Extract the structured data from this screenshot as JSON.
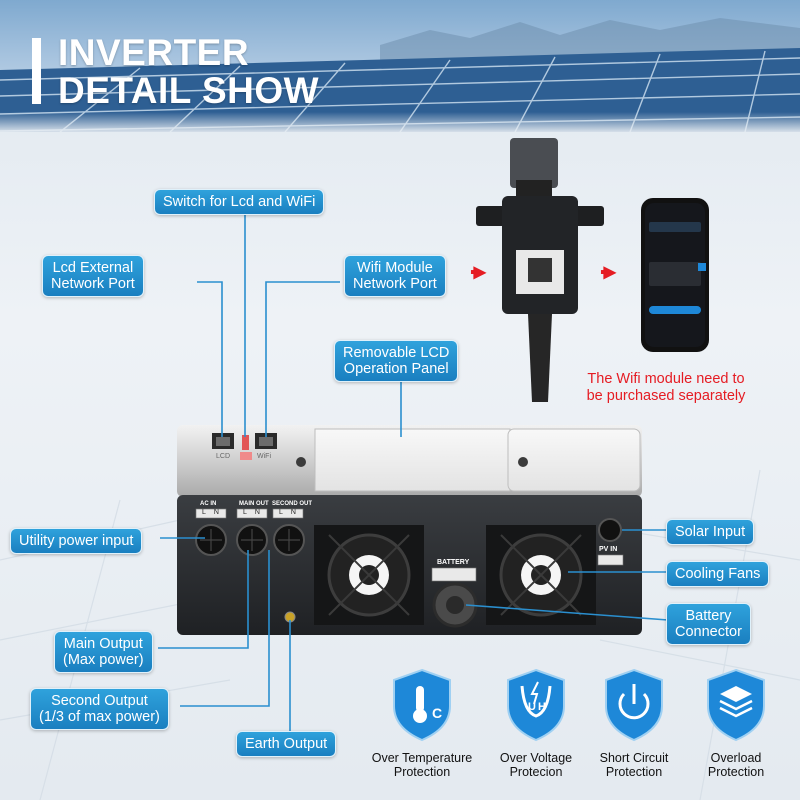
{
  "header": {
    "title_line1": "INVERTER",
    "title_line2": "DETAIL SHOW"
  },
  "callouts": {
    "switch_lcd_wifi": "Switch for Lcd and WiFi",
    "lcd_external_port_l1": "Lcd External",
    "lcd_external_port_l2": "Network Port",
    "wifi_module_port_l1": "Wifi Module",
    "wifi_module_port_l2": "Network Port",
    "removable_lcd_l1": "Removable LCD",
    "removable_lcd_l2": "Operation Panel",
    "utility_power_input": "Utility power input",
    "main_output_l1": "Main Output",
    "main_output_l2": "(Max power)",
    "second_output_l1": "Second Output",
    "second_output_l2": "(1/3 of max power)",
    "earth_output": "Earth Output",
    "solar_input": "Solar Input",
    "cooling_fans": "Cooling Fans",
    "battery_connector_l1": "Battery",
    "battery_connector_l2": "Connector"
  },
  "note": {
    "line1": "The Wifi module need to",
    "line2": "be purchased separately"
  },
  "panel_text": {
    "ac_in": "AC IN",
    "main_out": "MAIN OUT",
    "second_out": "SECOND OUT",
    "l": "L",
    "n": "N",
    "battery": "BATTERY",
    "pv_in": "PV  IN",
    "lcd_tag": "LCD",
    "wifi_tag": "WiFi"
  },
  "protections": [
    {
      "l1": "Over Temperature",
      "l2": "Protection"
    },
    {
      "l1": "Over Voltage",
      "l2": "Protecion"
    },
    {
      "l1": "Short Circuit",
      "l2": "Protection"
    },
    {
      "l1": "Overload",
      "l2": "Protection"
    }
  ],
  "colors": {
    "label_blue": "#1f8acb",
    "note_red": "#e51c23",
    "shield_blue": "#1e88d8"
  }
}
